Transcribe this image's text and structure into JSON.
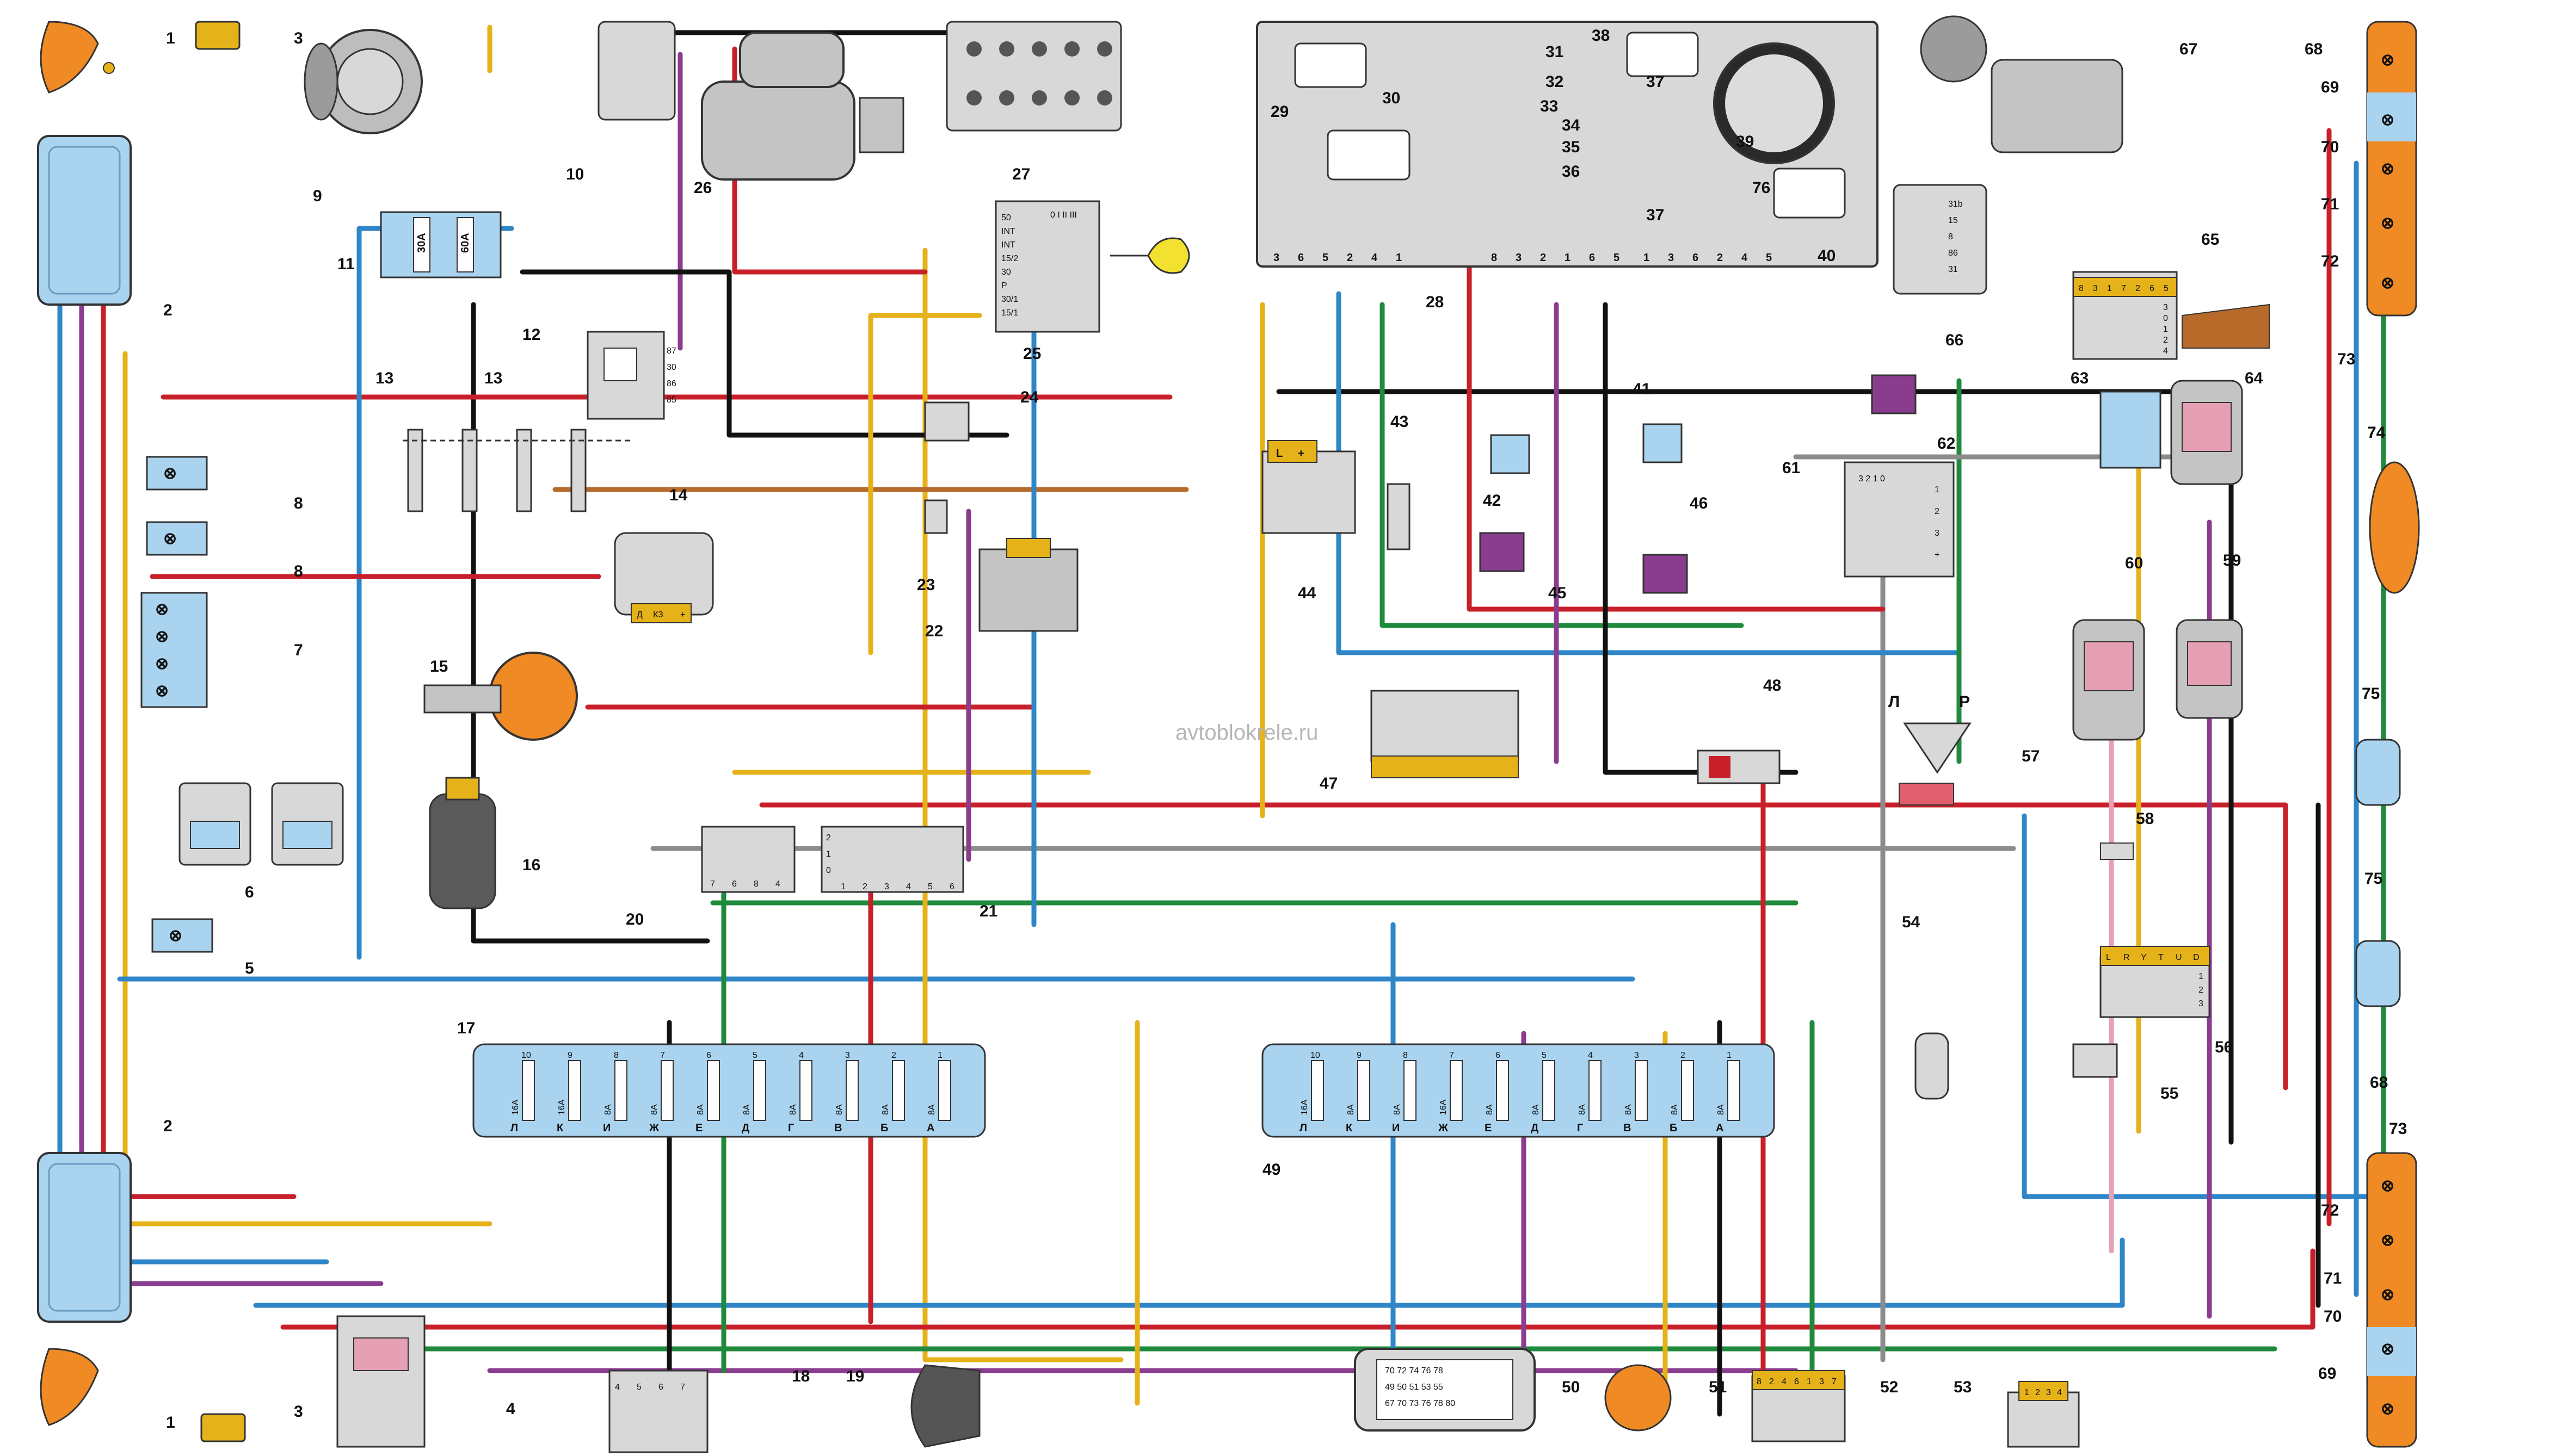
{
  "watermark": "avtoblokrele.ru",
  "colors": {
    "red": "#c8202a",
    "blue": "#2e86c8",
    "black": "#111111",
    "green": "#1f8a3c",
    "yellow": "#e6b21a",
    "violet": "#8a3d8f",
    "gray": "#8c8c8c",
    "brown": "#b86a2a",
    "orange": "#f08a24",
    "pink": "#e6a0b4",
    "white": "#f2f2f2",
    "lightblue": "#a9d3ef"
  },
  "component_numbers": {
    "n1": "1",
    "n2": "2",
    "n3": "3",
    "n4": "4",
    "n5": "5",
    "n6": "6",
    "n7": "7",
    "n8": "8",
    "n9": "9",
    "n10": "10",
    "n11": "11",
    "n12": "12",
    "n13": "13",
    "n14": "14",
    "n15": "15",
    "n16": "16",
    "n17": "17",
    "n18": "18",
    "n19": "19",
    "n20": "20",
    "n21": "21",
    "n22": "22",
    "n23": "23",
    "n24": "24",
    "n25": "25",
    "n26": "26",
    "n27": "27",
    "n28": "28",
    "n29": "29",
    "n30": "30",
    "n31": "31",
    "n32": "32",
    "n33": "33",
    "n34": "34",
    "n35": "35",
    "n36": "36",
    "n37": "37",
    "n38": "38",
    "n39": "39",
    "n40": "40",
    "n41": "41",
    "n42": "42",
    "n43": "43",
    "n44": "44",
    "n45": "45",
    "n46": "46",
    "n47": "47",
    "n48": "48",
    "n49": "49",
    "n50": "50",
    "n51": "51",
    "n52": "52",
    "n53": "53",
    "n54": "54",
    "n55": "55",
    "n56": "56",
    "n57": "57",
    "n58": "58",
    "n59": "59",
    "n60": "60",
    "n61": "61",
    "n62": "62",
    "n63": "63",
    "n64": "64",
    "n65": "65",
    "n66": "66",
    "n67": "67",
    "n68": "68",
    "n69": "69",
    "n70": "70",
    "n71": "71",
    "n72": "72",
    "n73": "73",
    "n74": "74",
    "n75": "75",
    "n76": "76"
  },
  "ignition_switch": {
    "rows": [
      "50",
      "INT",
      "INT",
      "15/2",
      "30",
      "P",
      "30/1",
      "15/1"
    ],
    "header": "0 I II III"
  },
  "fuse_60": "60A",
  "fuse_30": "30A",
  "relay_12_pins": [
    "87",
    "30",
    "86",
    "85"
  ],
  "coil_14_pins": [
    "Д",
    "КЗ",
    "+"
  ],
  "cluster_pins_left": [
    "3",
    "6",
    "5",
    "2",
    "4",
    "1"
  ],
  "cluster_pins_mid": [
    "8",
    "3",
    "2",
    "1",
    "6",
    "5"
  ],
  "cluster_pins_right": [
    "1",
    "3",
    "6",
    "2",
    "4",
    "5"
  ],
  "relay_44_pins": [
    "L",
    "+"
  ],
  "switch_61": {
    "header": "3 2 1 0",
    "pins": [
      "1",
      "2",
      "3",
      "+"
    ]
  },
  "wiper_65": {
    "pins": [
      "8",
      "3",
      "1",
      "7",
      "2",
      "6",
      "5"
    ],
    "positions": [
      "3",
      "0",
      "1",
      "2",
      "4"
    ]
  },
  "motor_66_pins": [
    "31b",
    "15",
    "8",
    "86",
    "31"
  ],
  "switch_56": {
    "pins": [
      "L",
      "R",
      "Y",
      "T",
      "U",
      "D"
    ],
    "side": [
      "1",
      "2",
      "3"
    ]
  },
  "sensor_57": {
    "left": "Л",
    "right": "Р"
  },
  "relay_20_pins": [
    "7",
    "6",
    "8",
    "4"
  ],
  "switch_21": {
    "rows": [
      "2",
      "1",
      "0"
    ],
    "pins": [
      "1",
      "2",
      "3",
      "4",
      "5",
      "6"
    ]
  },
  "relay_18_pins": [
    "4",
    "5",
    "6",
    "7"
  ],
  "block_52_pins": [
    "8",
    "2",
    "4",
    "6",
    "1",
    "3",
    "7"
  ],
  "block_53_pins": [
    "1",
    "2",
    "3",
    "4"
  ],
  "fuse_box_17": {
    "letters": [
      "Л",
      "К",
      "И",
      "Ж",
      "Е",
      "Д",
      "Г",
      "В",
      "Б",
      "А"
    ],
    "ratings": [
      "16A",
      "16A",
      "8A",
      "8A",
      "8A",
      "8A",
      "8A",
      "8A",
      "8A",
      "8A"
    ],
    "numbers": [
      "10",
      "9",
      "8",
      "7",
      "6",
      "5",
      "4",
      "3",
      "2",
      "1"
    ]
  },
  "fuse_box_49": {
    "letters": [
      "Л",
      "К",
      "И",
      "Ж",
      "Е",
      "Д",
      "Г",
      "В",
      "Б",
      "А"
    ],
    "ratings": [
      "16A",
      "8A",
      "8A",
      "16A",
      "8A",
      "8A",
      "8A",
      "8A",
      "8A",
      "8A"
    ],
    "numbers": [
      "10",
      "9",
      "8",
      "7",
      "6",
      "5",
      "4",
      "3",
      "2",
      "1"
    ]
  },
  "radio_50": {
    "row1": "70 72 74 76 78",
    "row2": "49 50 51 53 55",
    "row3": "67 70 73 76 78 80"
  },
  "switch_59_letter": "",
  "relay_47_note": ""
}
